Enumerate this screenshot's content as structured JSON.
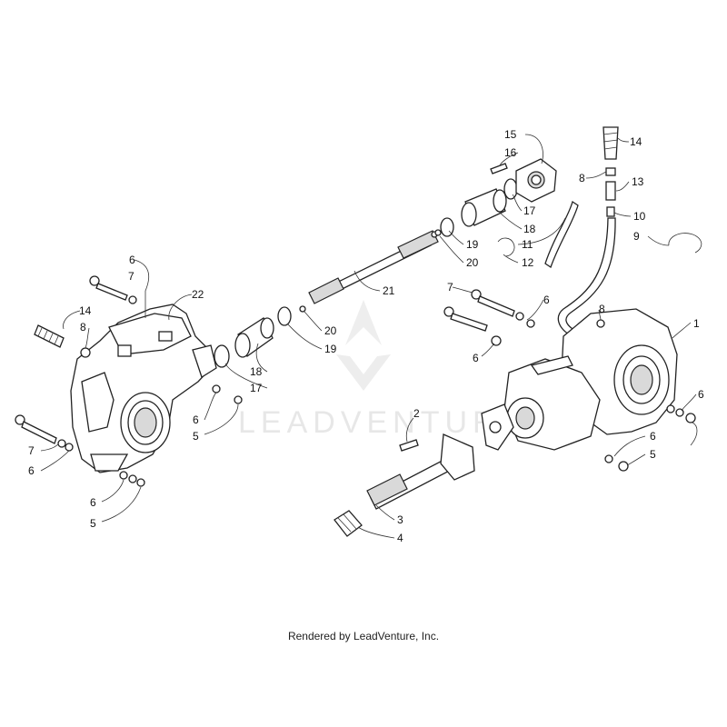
{
  "watermark": {
    "text": "LEADVENTURE"
  },
  "footer": {
    "text": "Rendered by LeadVenture, Inc."
  },
  "callouts": [
    "1",
    "2",
    "3",
    "4",
    "5",
    "6",
    "7",
    "8",
    "9",
    "10",
    "11",
    "12",
    "13",
    "14",
    "15",
    "16",
    "17",
    "18",
    "19",
    "20",
    "21",
    "22"
  ]
}
